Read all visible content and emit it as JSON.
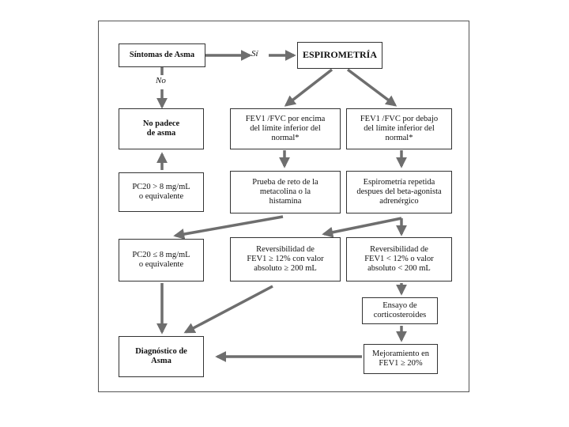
{
  "nodes": {
    "symptoms": "Síntomas de Asma",
    "spirometry": "ESPIROMETRÍA",
    "no_asthma_line1": "No padece",
    "no_asthma_line2": "de asma",
    "fev_above_line1": "FEV1 /FVC por encima",
    "fev_above_line2": "del límite inferior del",
    "fev_above_line3": "normal*",
    "fev_below_line1": "FEV1 /FVC por debajo",
    "fev_below_line2": "del límite inferior del",
    "fev_below_line3": "normal*",
    "pc20_gt_line1": "PC20 > 8 mg/mL",
    "pc20_gt_line2": "o equivalente",
    "challenge_line1": "Prueba de reto de la",
    "challenge_line2": "metacolina o la",
    "challenge_line3": "histamina",
    "repeat_line1": "Espirometría repetida",
    "repeat_line2": "despues del beta-agonista",
    "repeat_line3": "adrenérgico",
    "pc20_le_line1": "PC20 ≤ 8 mg/mL",
    "pc20_le_line2": "o equivalente",
    "rev_ge_line1": "Reversibilidad de",
    "rev_ge_line2": "FEV1 ≥ 12% con valor",
    "rev_ge_line3": "absoluto ≥ 200 mL",
    "rev_lt_line1": "Reversibilidad de",
    "rev_lt_line2": "FEV1 < 12% o valor",
    "rev_lt_line3": "absoluto < 200 mL",
    "cortico_line1": "Ensayo de",
    "cortico_line2": "corticosteroides",
    "improve_line1": "Mejoramiento en",
    "improve_line2": "FEV1  ≥ 20%",
    "diagnosis_line1": "Diagnóstico de",
    "diagnosis_line2": "Asma"
  },
  "edge_labels": {
    "yes": "Sí",
    "no": "No"
  },
  "colors": {
    "arrow": "#6e6e6e",
    "border": "#333333"
  }
}
